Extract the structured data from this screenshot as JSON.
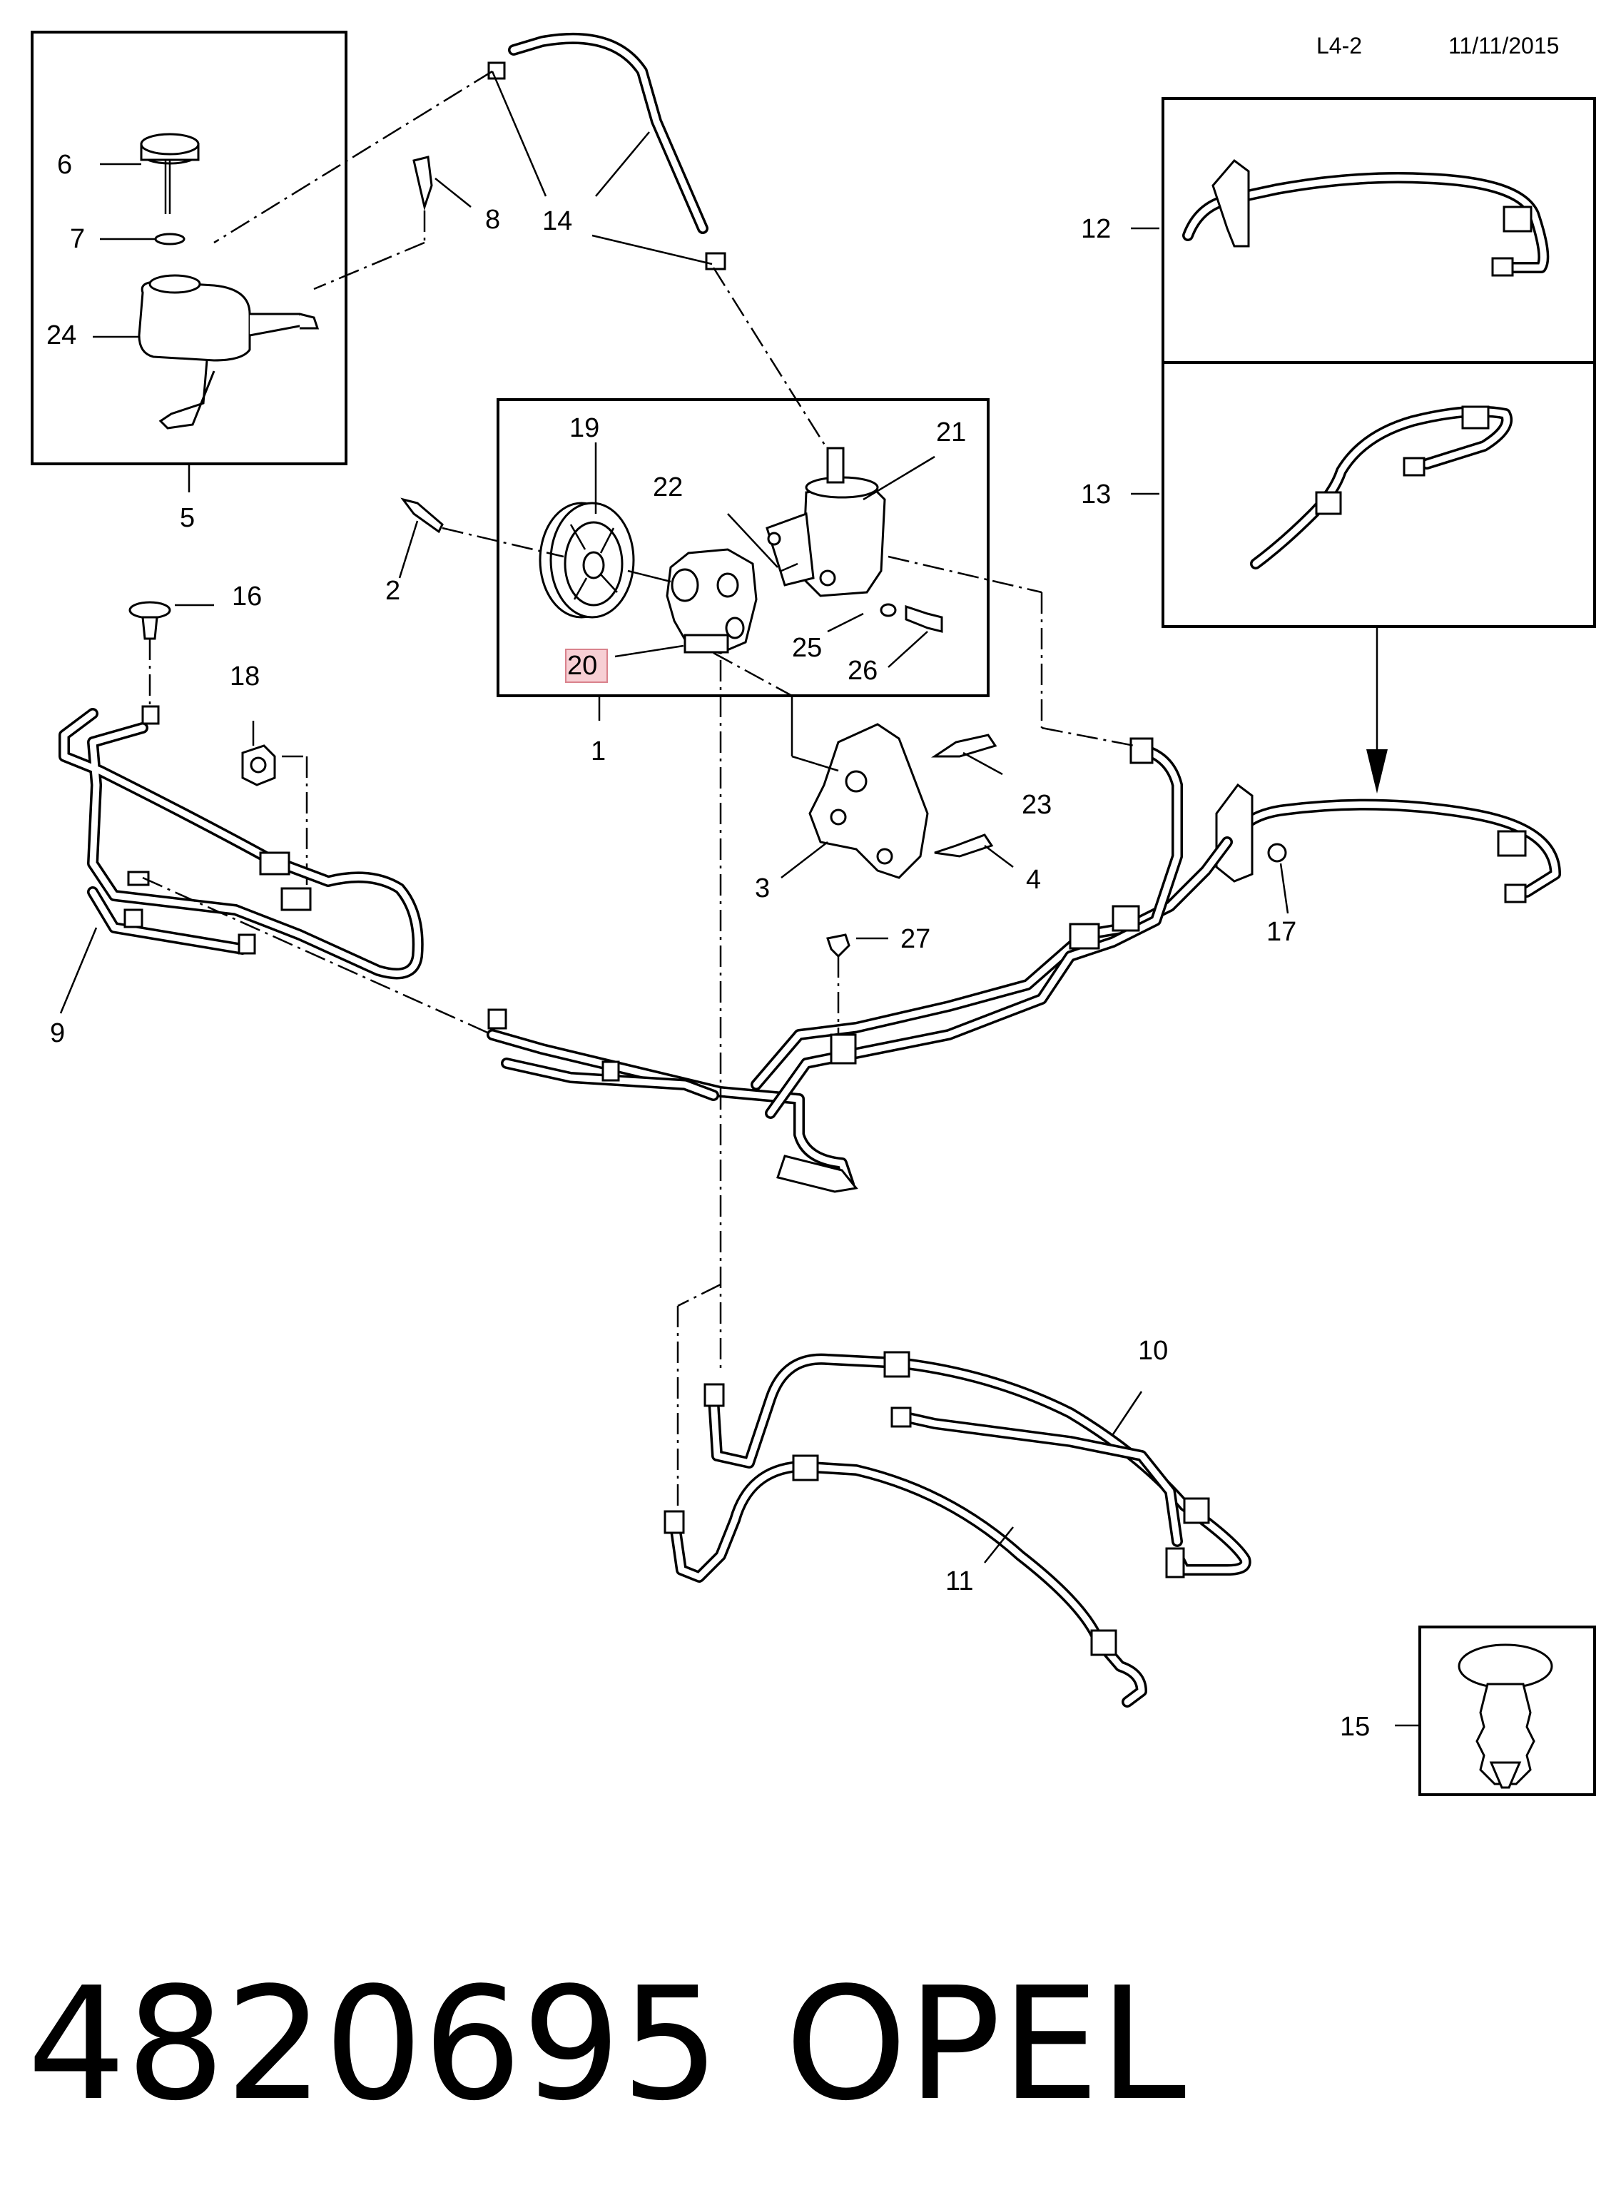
{
  "header": {
    "page_code": "L4-2",
    "date": "11/11/2015"
  },
  "footer": {
    "part_number": "4820695",
    "brand": "OPEL"
  },
  "callouts": {
    "c1": "1",
    "c2": "2",
    "c3": "3",
    "c4": "4",
    "c5": "5",
    "c6": "6",
    "c7": "7",
    "c8": "8",
    "c9": "9",
    "c10": "10",
    "c11": "11",
    "c12": "12",
    "c13": "13",
    "c14": "14",
    "c15": "15",
    "c16": "16",
    "c17": "17",
    "c18": "18",
    "c19": "19",
    "c20": "20",
    "c21": "21",
    "c22": "22",
    "c23": "23",
    "c24": "24",
    "c25": "25",
    "c26": "26",
    "c27": "27"
  },
  "highlight": {
    "callout": "20",
    "color": "#f7cfd4"
  }
}
